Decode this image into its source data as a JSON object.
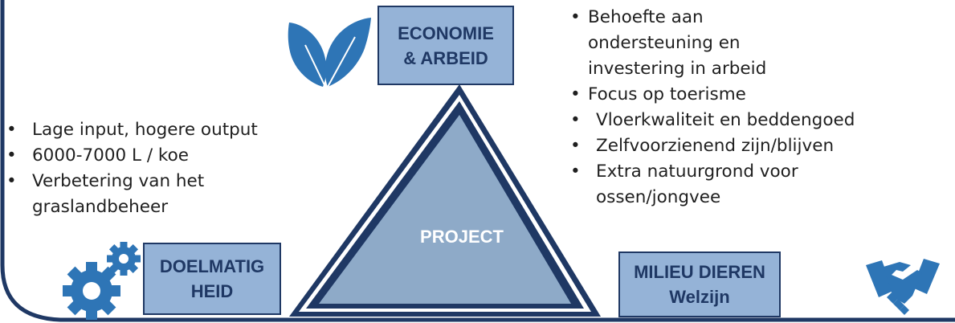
{
  "diagram": {
    "center_label": "PROJECT",
    "top_box": {
      "line1": "ECONOMIE",
      "line2": "& ARBEID"
    },
    "left_box": {
      "line1": "DOELMATIG",
      "line2": "HEID"
    },
    "right_box": {
      "line1": "MILIEU DIEREN",
      "line2": "Welzijn"
    },
    "left_bullets": [
      "Lage input, hogere output",
      "6000-7000 L / koe",
      "Verbetering van het graslandbeheer"
    ],
    "right_bullets": [
      "Behoefte aan ondersteuning en investering in arbeid",
      "Focus op toerisme"
    ],
    "right_sub_bullets": [
      "Vloerkwaliteit en beddengoed",
      "Zelfvoorzienend zijn/blijven",
      "Extra natuurgrond voor ossen/jongvee"
    ],
    "icons": {
      "top": "leaf-icon",
      "left": "gears-icon",
      "right": "handshake-icon"
    },
    "colors": {
      "box_fill": "#95b3d7",
      "dark_blue": "#1f3864",
      "mid_blue": "#2e75b6",
      "triangle_fill": "#8eaac8"
    }
  }
}
